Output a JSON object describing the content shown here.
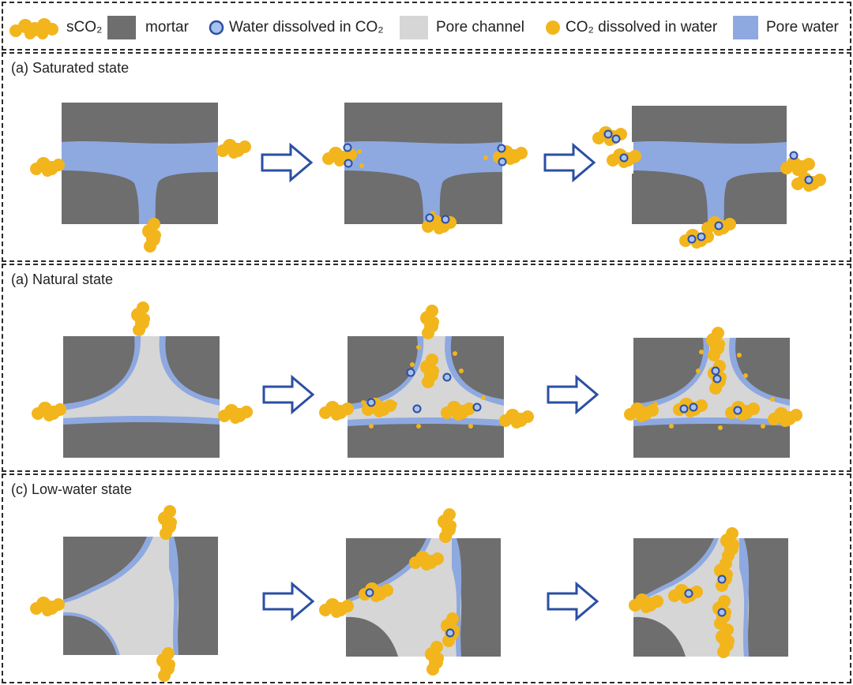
{
  "legend": {
    "sco2": "sCO₂",
    "mortar": "mortar",
    "water_in_co2": "Water dissolved in CO₂",
    "pore_channel": "Pore channel",
    "co2_in_water": "CO₂ dissolved in water",
    "pore_water": "Pore water"
  },
  "panels": {
    "a": {
      "title": "(a) Saturated state"
    },
    "b": {
      "title": "(a) Natural state"
    },
    "c": {
      "title": "(c) Low-water state"
    }
  },
  "colors": {
    "mortar": "#6e6e6e",
    "pore_channel": "#d6d6d6",
    "pore_water": "#8ea9e0",
    "sco2": "#f2b51c",
    "arrow": "#2b4fa3"
  }
}
